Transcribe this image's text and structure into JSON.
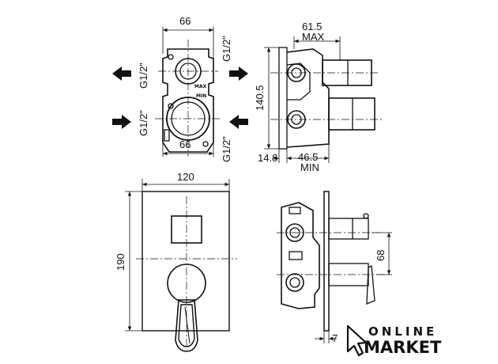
{
  "top_front": {
    "width_top": "66",
    "width_bottom": "66",
    "thread_left_top": "G1/2\"",
    "thread_left_bottom": "G1/2\"",
    "thread_right_top": "G1/2\"",
    "thread_right_bottom": "G1/2\"",
    "mark_max": "MAX",
    "mark_min": "MIN"
  },
  "top_side": {
    "depth_max_value": "61.5",
    "depth_max_label": "MAX",
    "height": "140.5",
    "offset": "14.8",
    "depth_min_value": "46.5",
    "depth_min_label": "MIN"
  },
  "front_plate": {
    "width": "120",
    "height": "190"
  },
  "side_plate": {
    "height": "68",
    "thickness": "7"
  },
  "brand": {
    "line1": "ONLINE",
    "line2": "MARKET"
  }
}
